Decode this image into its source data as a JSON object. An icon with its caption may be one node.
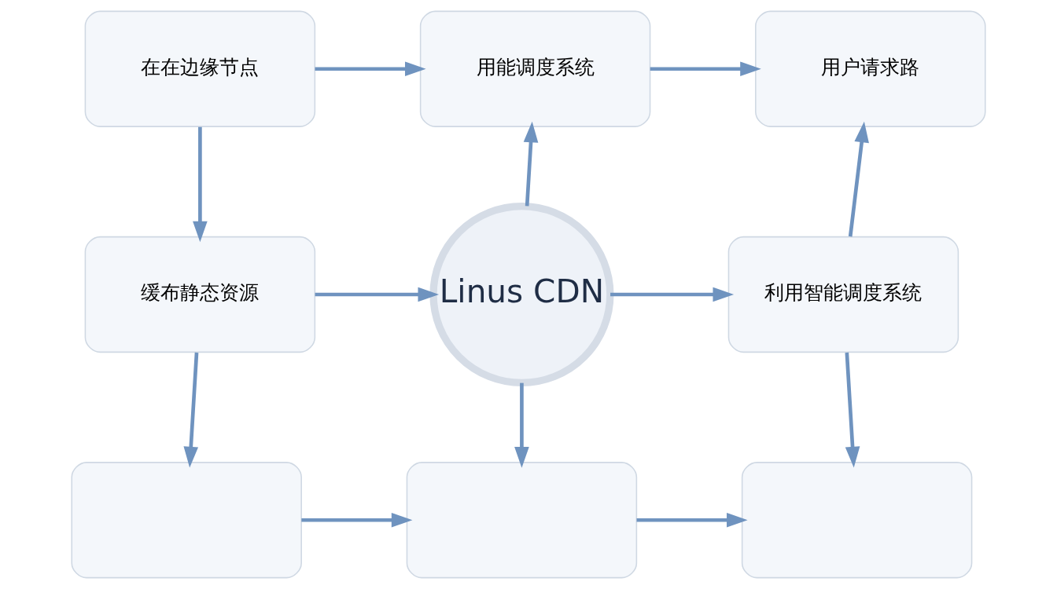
{
  "diagram": {
    "nodes": [
      {
        "text": [
          "在在边缘节点"
        ]
      },
      {
        "text": [
          "用能调度系统"
        ]
      },
      {
        "text": [
          "用户请求路"
        ]
      },
      {
        "text": [
          "缓布静态资源"
        ]
      },
      {
        "text": [
          "Linus CDN"
        ]
      },
      {
        "text": [
          "利用智能调度系统"
        ]
      },
      {
        "text": [],
        "shape": "box"
      },
      {
        "text": [],
        "shape": "box"
      },
      {
        "text": [],
        "shape": "box"
      }
    ],
    "edges": [
      {
        "from": 0,
        "to": 1,
        "arrow": "to"
      },
      {
        "from": 1,
        "to": 2,
        "arrow": "to"
      },
      {
        "from": 0,
        "to": 3,
        "arrow": "to"
      },
      {
        "from": 3,
        "to": 4,
        "arrow": "to"
      },
      {
        "from": 4,
        "to": 1,
        "arrow": "to"
      },
      {
        "from": 4,
        "to": 5,
        "arrow": "to"
      },
      {
        "from": 5,
        "to": 2,
        "arrow": "to"
      },
      {
        "from": 3,
        "to": 6,
        "arrow": "to"
      },
      {
        "from": 4,
        "to": 7,
        "arrow": "to"
      },
      {
        "from": 5,
        "to": 8,
        "arrow": "to"
      },
      {
        "from": 6,
        "to": 7,
        "arrow": "to"
      },
      {
        "from": 7,
        "to": 8,
        "arrow": "to"
      }
    ]
  }
}
